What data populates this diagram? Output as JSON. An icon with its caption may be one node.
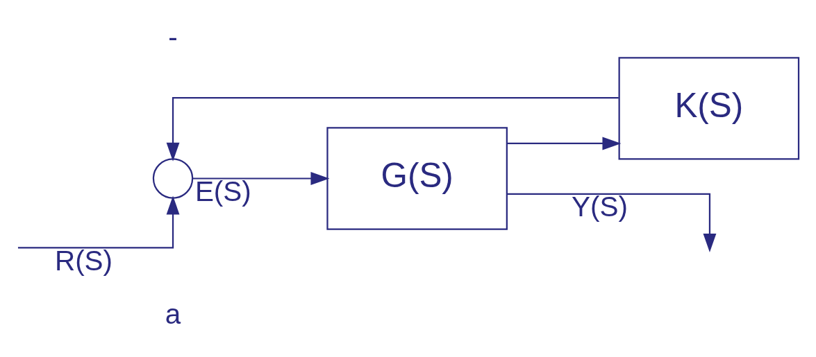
{
  "diagram": {
    "nodes": [
      {
        "text": [],
        "shape": "circle"
      },
      {
        "text": [
          "G(S)"
        ]
      },
      {
        "text": [
          "K(S)"
        ]
      }
    ],
    "edges": [
      {
        "from": null,
        "to": 0,
        "arrow": "to",
        "label": "R(S)"
      },
      {
        "from": 0,
        "to": 1,
        "arrow": "to",
        "label": "E(S)"
      },
      {
        "from": 1,
        "to": null,
        "arrow": "to",
        "label": "Y(S)"
      },
      {
        "from": 1,
        "to": 2,
        "arrow": "to"
      },
      {
        "from": 2,
        "to": 0,
        "arrow": "to"
      }
    ],
    "labels": [
      "a",
      "-"
    ]
  }
}
